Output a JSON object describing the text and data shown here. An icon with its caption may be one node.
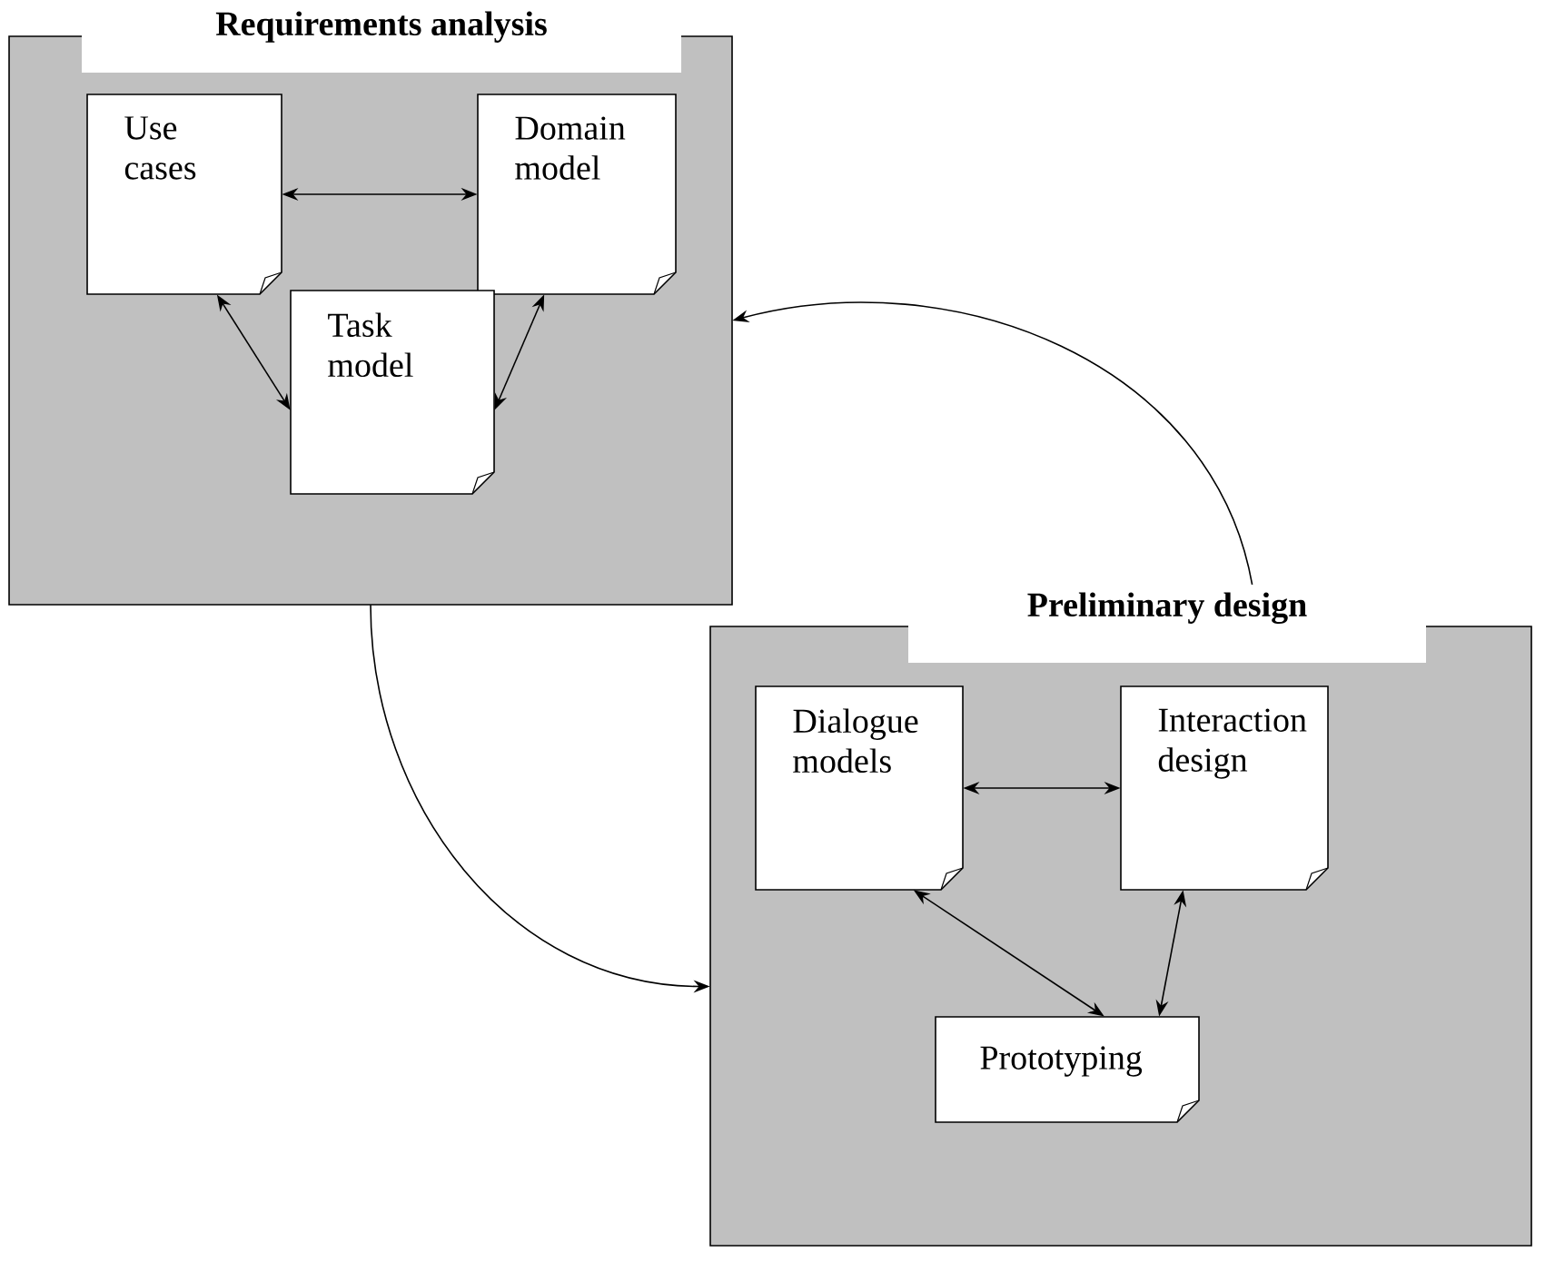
{
  "diagram": {
    "nodes": [
      {
        "text": [
          "Requirements analysis"
        ]
      },
      {
        "text": [
          "Use cases"
        ],
        "in": 0
      },
      {
        "text": [
          "Domain model"
        ],
        "in": 0
      },
      {
        "text": [
          "Task model"
        ],
        "in": 0
      },
      {
        "text": [
          "Preliminary design"
        ]
      },
      {
        "text": [
          "Dialogue models"
        ],
        "in": 4
      },
      {
        "text": [
          "Interaction design"
        ],
        "in": 4
      },
      {
        "text": [
          "Prototyping"
        ],
        "in": 4
      }
    ],
    "edges": [
      {
        "from": 1,
        "to": 2,
        "arrow": "both"
      },
      {
        "from": 1,
        "to": 3,
        "arrow": "both"
      },
      {
        "from": 2,
        "to": 3,
        "arrow": "both"
      },
      {
        "from": 0,
        "to": 4,
        "arrow": "to"
      },
      {
        "from": 4,
        "to": 0,
        "arrow": "to"
      },
      {
        "from": 5,
        "to": 6,
        "arrow": "both"
      },
      {
        "from": 5,
        "to": 7,
        "arrow": "both"
      },
      {
        "from": 6,
        "to": 7,
        "arrow": "both"
      }
    ]
  }
}
